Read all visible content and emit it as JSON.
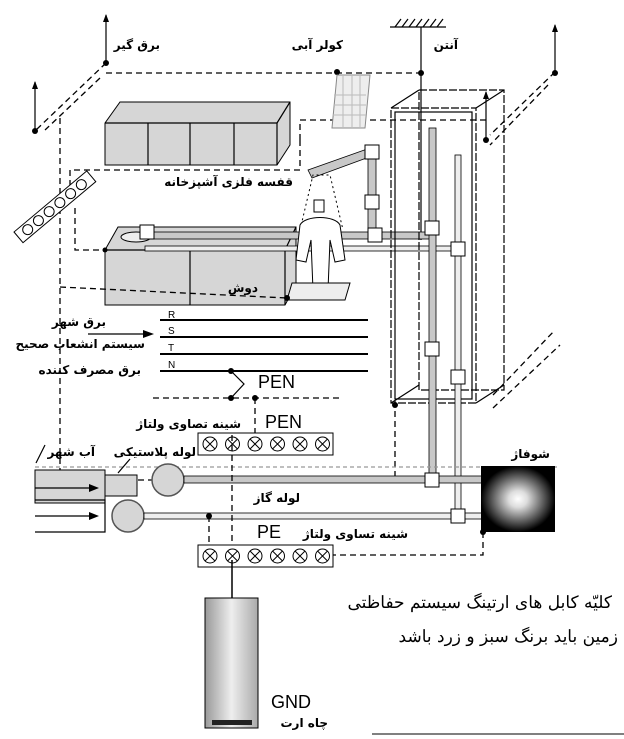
{
  "labels": {
    "lightning_rod": "برق گیر",
    "water_cooler": "کولر آبی",
    "antenna": "آنتن",
    "kitchen_cabinet": "قفسه فلزی آشپزخانه",
    "shower": "دوش",
    "city_power": "برق شهر",
    "correct_branch_system": "سیستم انشعاب صحیح",
    "consumer_power": "برق مصرف کننده",
    "phase_r": "R",
    "phase_s": "S",
    "phase_t": "T",
    "neutral_n": "N",
    "pen_top": "PEN",
    "pen_bus": "PEN",
    "equipotential_bus_1": "شینه تصاوی ولتاژ",
    "city_water": "آب شهر",
    "plastic_pipe": "لوله پلاستیکی",
    "heater": "شوفاژ",
    "gas_pipe": "لوله گاز",
    "pe": "PE",
    "equipotential_bus_2": "شینه تساوی ولتاژ",
    "gnd": "GND",
    "earth_well": "چاه ارت"
  },
  "note": {
    "line1": "کلیّه کابل های ارتینگ سیستم حفاظتی",
    "line2": "زمین باید برنگ سبز و زرد باشد"
  }
}
